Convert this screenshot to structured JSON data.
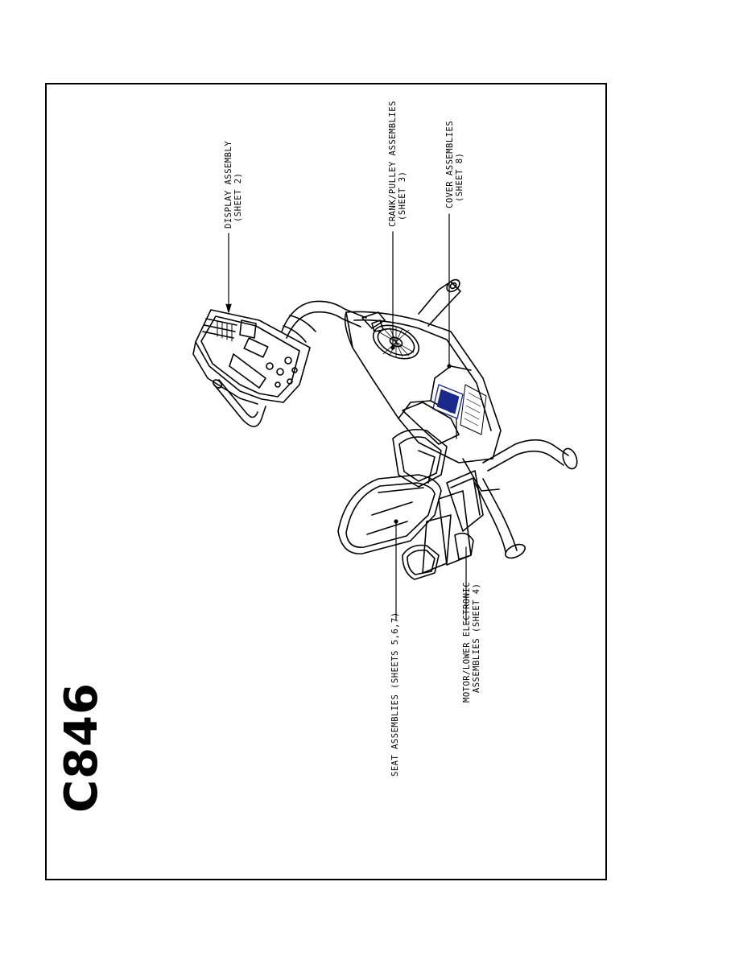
{
  "model_label": "C846",
  "callouts": {
    "display": {
      "line1": "DISPLAY ASSEMBLY",
      "line2": "(SHEET 2)"
    },
    "crank": {
      "line1": "CRANK/PULLEY ASSEMBLIES",
      "line2": "(SHEET 3)"
    },
    "cover": {
      "line1": "COVER ASSEMBLIES",
      "line2": "(SHEET 8)"
    },
    "seat": {
      "line1": "SEAT ASSEMBLIES (SHEETS 5,6,7)"
    },
    "motor": {
      "line1": "MOTOR/LOWER ELECTRONIC",
      "line2": "ASSEMBLIES (SHEET 4)"
    }
  },
  "colors": {
    "line": "#000000",
    "logo": "#1b2a8a",
    "paper": "#ffffff"
  }
}
